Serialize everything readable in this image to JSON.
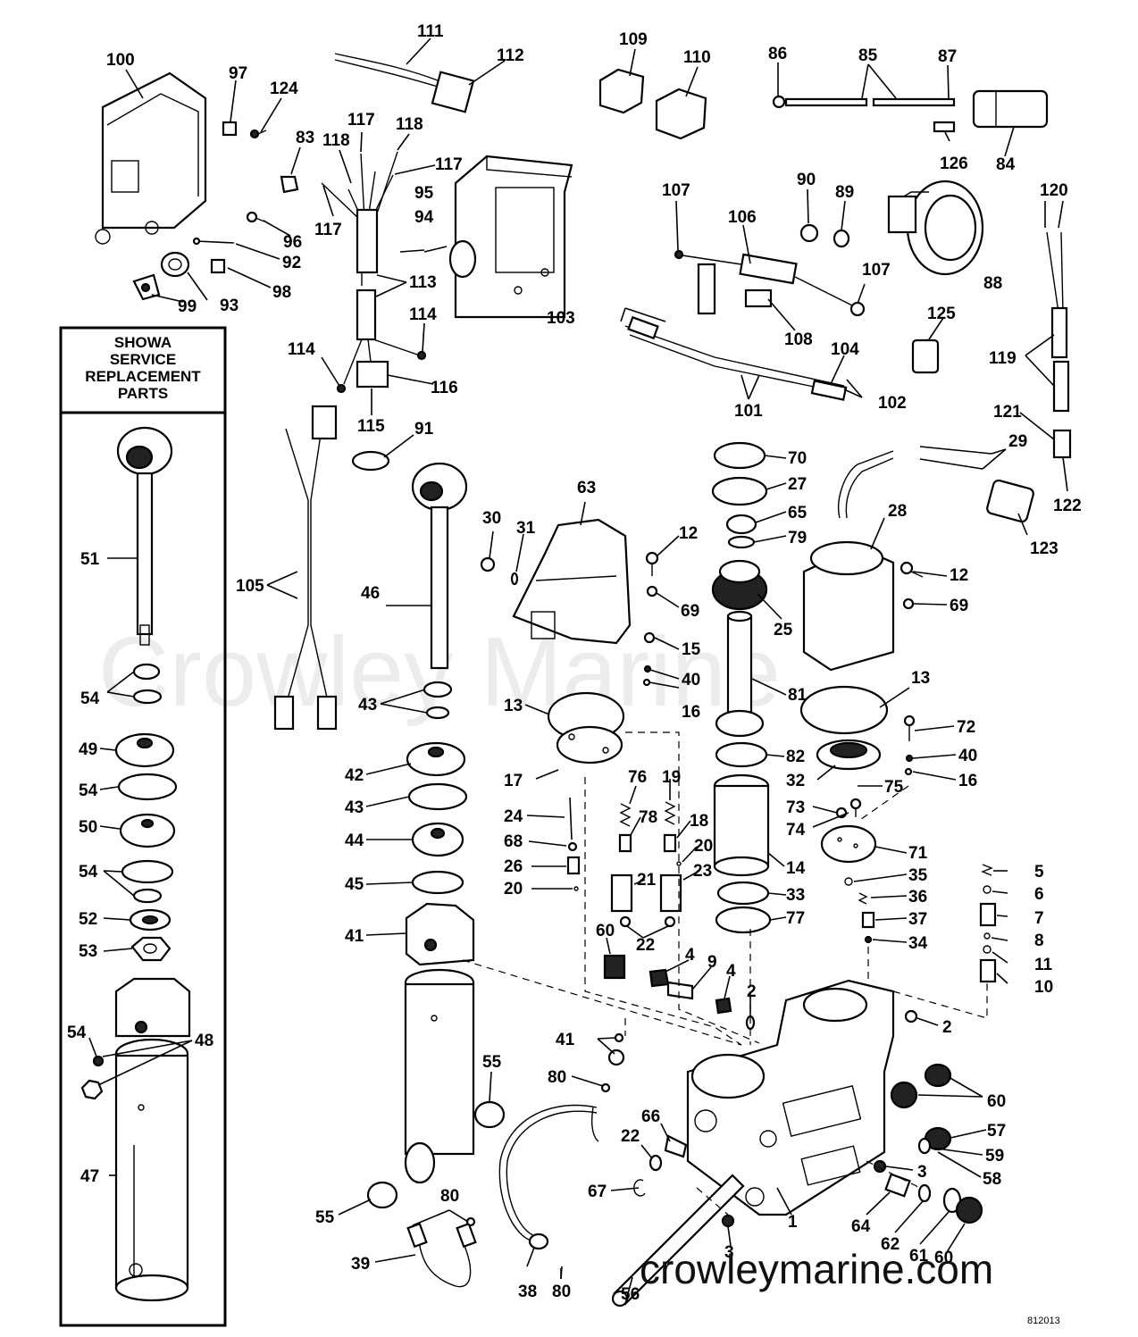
{
  "diagram": {
    "header_lines": [
      "SHOWA",
      "SERVICE",
      "REPLACEMENT",
      "PARTS"
    ],
    "watermark": "Crowley Marine",
    "site_url": "crowleymarine.com",
    "drawing_code": "812013",
    "callouts": [
      {
        "id": "c111",
        "label": "111"
      },
      {
        "id": "c112",
        "label": "112"
      },
      {
        "id": "c109",
        "label": "109"
      },
      {
        "id": "c110",
        "label": "110"
      },
      {
        "id": "c86",
        "label": "86"
      },
      {
        "id": "c85",
        "label": "85"
      },
      {
        "id": "c87",
        "label": "87"
      },
      {
        "id": "c100",
        "label": "100"
      },
      {
        "id": "c97",
        "label": "97"
      },
      {
        "id": "c124",
        "label": "124"
      },
      {
        "id": "c117a",
        "label": "117"
      },
      {
        "id": "c118a",
        "label": "118"
      },
      {
        "id": "c118b",
        "label": "118"
      },
      {
        "id": "c83",
        "label": "83"
      },
      {
        "id": "c117b",
        "label": "117"
      },
      {
        "id": "c126",
        "label": "126"
      },
      {
        "id": "c84",
        "label": "84"
      },
      {
        "id": "c95",
        "label": "95"
      },
      {
        "id": "c90",
        "label": "90"
      },
      {
        "id": "c89",
        "label": "89"
      },
      {
        "id": "c120",
        "label": "120"
      },
      {
        "id": "c107a",
        "label": "107"
      },
      {
        "id": "c106",
        "label": "106"
      },
      {
        "id": "c94",
        "label": "94"
      },
      {
        "id": "c117c",
        "label": "117"
      },
      {
        "id": "c96",
        "label": "96"
      },
      {
        "id": "c92",
        "label": "92"
      },
      {
        "id": "c98",
        "label": "98"
      },
      {
        "id": "c113",
        "label": "113"
      },
      {
        "id": "c107b",
        "label": "107"
      },
      {
        "id": "c88",
        "label": "88"
      },
      {
        "id": "c99",
        "label": "99"
      },
      {
        "id": "c93",
        "label": "93"
      },
      {
        "id": "c103",
        "label": "103"
      },
      {
        "id": "c125",
        "label": "125"
      },
      {
        "id": "c114a",
        "label": "114"
      },
      {
        "id": "c108",
        "label": "108"
      },
      {
        "id": "c114b",
        "label": "114"
      },
      {
        "id": "c104",
        "label": "104"
      },
      {
        "id": "c119",
        "label": "119"
      },
      {
        "id": "c116",
        "label": "116"
      },
      {
        "id": "c102",
        "label": "102"
      },
      {
        "id": "c101",
        "label": "101"
      },
      {
        "id": "c121",
        "label": "121"
      },
      {
        "id": "c115",
        "label": "115"
      },
      {
        "id": "c91",
        "label": "91"
      },
      {
        "id": "c70",
        "label": "70"
      },
      {
        "id": "c29",
        "label": "29"
      },
      {
        "id": "c27",
        "label": "27"
      },
      {
        "id": "c28",
        "label": "28"
      },
      {
        "id": "c63",
        "label": "63"
      },
      {
        "id": "c122",
        "label": "122"
      },
      {
        "id": "c30",
        "label": "30"
      },
      {
        "id": "c31",
        "label": "31"
      },
      {
        "id": "c65",
        "label": "65"
      },
      {
        "id": "c12a",
        "label": "12"
      },
      {
        "id": "c79",
        "label": "79"
      },
      {
        "id": "c123",
        "label": "123"
      },
      {
        "id": "c51",
        "label": "51"
      },
      {
        "id": "c105",
        "label": "105"
      },
      {
        "id": "c46",
        "label": "46"
      },
      {
        "id": "c12b",
        "label": "12"
      },
      {
        "id": "c69a",
        "label": "69"
      },
      {
        "id": "c69b",
        "label": "69"
      },
      {
        "id": "c25",
        "label": "25"
      },
      {
        "id": "c15",
        "label": "15"
      },
      {
        "id": "c40a",
        "label": "40"
      },
      {
        "id": "c54a",
        "label": "54"
      },
      {
        "id": "c43a",
        "label": "43"
      },
      {
        "id": "c13a",
        "label": "13"
      },
      {
        "id": "c81",
        "label": "81"
      },
      {
        "id": "c13b",
        "label": "13"
      },
      {
        "id": "c16a",
        "label": "16"
      },
      {
        "id": "c72",
        "label": "72"
      },
      {
        "id": "c49",
        "label": "49"
      },
      {
        "id": "c42",
        "label": "42"
      },
      {
        "id": "c82",
        "label": "82"
      },
      {
        "id": "c40b",
        "label": "40"
      },
      {
        "id": "c17",
        "label": "17"
      },
      {
        "id": "c76",
        "label": "76"
      },
      {
        "id": "c19",
        "label": "19"
      },
      {
        "id": "c32",
        "label": "32"
      },
      {
        "id": "c75",
        "label": "75"
      },
      {
        "id": "c16b",
        "label": "16"
      },
      {
        "id": "c54b",
        "label": "54"
      },
      {
        "id": "c43b",
        "label": "43"
      },
      {
        "id": "c73",
        "label": "73"
      },
      {
        "id": "c24",
        "label": "24"
      },
      {
        "id": "c78",
        "label": "78"
      },
      {
        "id": "c18",
        "label": "18"
      },
      {
        "id": "c74",
        "label": "74"
      },
      {
        "id": "c50",
        "label": "50"
      },
      {
        "id": "c44",
        "label": "44"
      },
      {
        "id": "c68",
        "label": "68"
      },
      {
        "id": "c20a",
        "label": "20"
      },
      {
        "id": "c14",
        "label": "14"
      },
      {
        "id": "c71",
        "label": "71"
      },
      {
        "id": "c26",
        "label": "26"
      },
      {
        "id": "c54c",
        "label": "54"
      },
      {
        "id": "c5",
        "label": "5"
      },
      {
        "id": "c35",
        "label": "35"
      },
      {
        "id": "c45",
        "label": "45"
      },
      {
        "id": "c20b",
        "label": "20"
      },
      {
        "id": "c21",
        "label": "21"
      },
      {
        "id": "c23",
        "label": "23"
      },
      {
        "id": "c33",
        "label": "33"
      },
      {
        "id": "c6",
        "label": "6"
      },
      {
        "id": "c36",
        "label": "36"
      },
      {
        "id": "c52",
        "label": "52"
      },
      {
        "id": "c77",
        "label": "77"
      },
      {
        "id": "c7",
        "label": "7"
      },
      {
        "id": "c37",
        "label": "37"
      },
      {
        "id": "c41a",
        "label": "41"
      },
      {
        "id": "c60a",
        "label": "60"
      },
      {
        "id": "c22a",
        "label": "22"
      },
      {
        "id": "c8",
        "label": "8"
      },
      {
        "id": "c53",
        "label": "53"
      },
      {
        "id": "c34",
        "label": "34"
      },
      {
        "id": "c4a",
        "label": "4"
      },
      {
        "id": "c9",
        "label": "9"
      },
      {
        "id": "c11",
        "label": "11"
      },
      {
        "id": "c10",
        "label": "10"
      },
      {
        "id": "c4b",
        "label": "4"
      },
      {
        "id": "c2a",
        "label": "2"
      },
      {
        "id": "c2b",
        "label": "2"
      },
      {
        "id": "c54d",
        "label": "54"
      },
      {
        "id": "c48",
        "label": "48"
      },
      {
        "id": "c41b",
        "label": "41"
      },
      {
        "id": "c55a",
        "label": "55"
      },
      {
        "id": "c80a",
        "label": "80"
      },
      {
        "id": "c60b",
        "label": "60"
      },
      {
        "id": "c66",
        "label": "66"
      },
      {
        "id": "c57",
        "label": "57"
      },
      {
        "id": "c22b",
        "label": "22"
      },
      {
        "id": "c59",
        "label": "59"
      },
      {
        "id": "c47",
        "label": "47"
      },
      {
        "id": "c58",
        "label": "58"
      },
      {
        "id": "c67",
        "label": "67"
      },
      {
        "id": "c3a",
        "label": "3"
      },
      {
        "id": "c80b",
        "label": "80"
      },
      {
        "id": "c55b",
        "label": "55"
      },
      {
        "id": "c64",
        "label": "64"
      },
      {
        "id": "c62",
        "label": "62"
      },
      {
        "id": "c39",
        "label": "39"
      },
      {
        "id": "c3b",
        "label": "3"
      },
      {
        "id": "c1",
        "label": "1"
      },
      {
        "id": "c61",
        "label": "61"
      },
      {
        "id": "c60c",
        "label": "60"
      },
      {
        "id": "c38",
        "label": "38"
      },
      {
        "id": "c80c",
        "label": "80"
      },
      {
        "id": "c56",
        "label": "56"
      }
    ]
  }
}
